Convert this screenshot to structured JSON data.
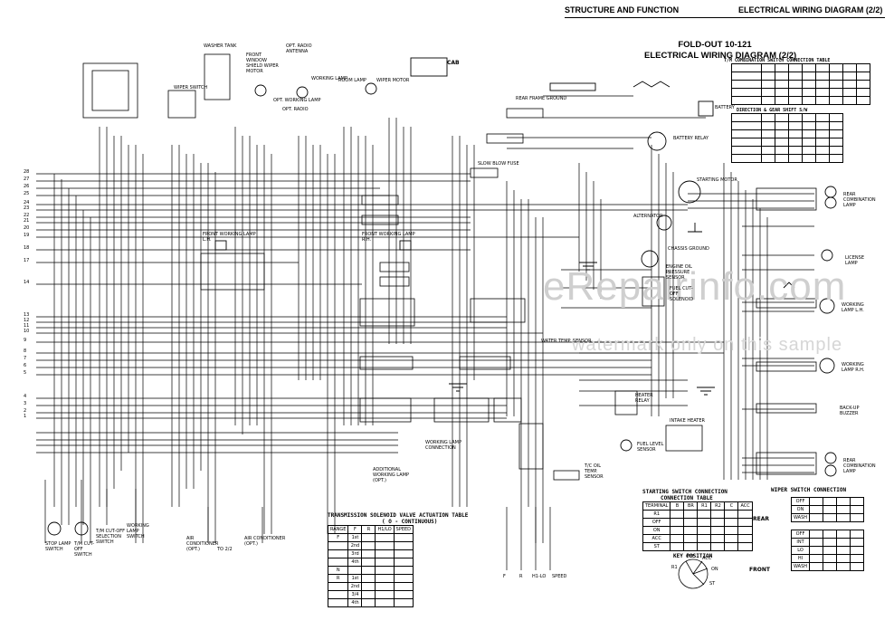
{
  "header": {
    "left": "STRUCTURE AND FUNCTION",
    "right": "ELECTRICAL WIRING DIAGRAM (2/2)"
  },
  "fold_out": {
    "line1": "FOLD-OUT 10-121",
    "line2": "ELECTRICAL WIRING DIAGRAM (2/2)"
  },
  "watermark": {
    "main": "eRepairinfo.com",
    "sub": "watermark only on this sample"
  },
  "labels": {
    "cab": "CAB",
    "washer_tank": "WASHER TANK",
    "wiper_switch": "WIPER SWITCH",
    "front_window_shield": "FRONT WINDOW SHIELD WIPER MOTOR",
    "radio_antenna": "OPT. RADIO ANTENNA",
    "working_lamp_front": "WORKING LAMP",
    "room_lamp": "ROOM LAMP",
    "wiper_motor_rear": "WIPER MOTOR",
    "opt_working_lamp": "OPT. WORKING LAMP",
    "radio": "OPT. RADIO",
    "rear_frame_ground": "REAR FRAME GROUND",
    "battery_relay": "BATTERY RELAY",
    "battery": "BATTERY",
    "starting_motor": "STARTING MOTOR",
    "slow_blow_fuse": "SLOW BLOW FUSE",
    "alternator": "ALTERNATOR",
    "chassis_ground": "CHASSIS GROUND",
    "engine_oil_pressure": "ENGINE OIL PRESSURE SENSOR",
    "fuel_cut_solenoid": "FUEL CUT-OFF SOLENOID",
    "front_working_lamp_l": "FRONT WORKING LAMP L.H.",
    "front_working_lamp_r": "FRONT WORKING LAMP R.H.",
    "rear_combination_lamp": "REAR COMBINATION LAMP",
    "license_lamp": "LICENSE LAMP",
    "working_lamp_lh": "WORKING LAMP L.H.",
    "working_lamp_rh": "WORKING LAMP R.H.",
    "back_up_buzzer": "BACK-UP BUZZER",
    "rear_combination_lamp2": "REAR COMBINATION LAMP",
    "heater_relay": "HEATER RELAY",
    "intake_heater": "INTAKE HEATER",
    "fuel_level_sensor": "FUEL LEVEL SENSOR",
    "tc_oil_temp": "T/C OIL TEMP. SENSOR",
    "water_temp_sensor": "WATER TEMP. SENSOR",
    "working_lamp_connection": "WORKING LAMP CONNECTION",
    "additional_working_lamp": "ADDITIONAL WORKING LAMP (OPT.)",
    "air_conditioner_1": "AIR CONDITIONER (OPT.)",
    "air_conditioner_2": "AIR CONDITIONER (OPT.)",
    "to_2_2": "TO 2/2",
    "stop_lamp_switch": "STOP LAMP SWITCH",
    "tm_cut_off": "T/M CUT-OFF SWITCH",
    "tm_cut_off_sel": "T/M CUT-OFF SELECTION SWITCH",
    "working_lamp_switch": "WORKING LAMP SWITCH",
    "trans_table_title": "TRANSMISSION SOLENOID VALVE ACTUATION TABLE",
    "trans_table_sub": "( O - CONTINUOUS)",
    "starting_switch_title": "STARTING SWITCH CONNECTION",
    "connection_table": "CONNECTION TABLE",
    "key_position": "KEY POSITION",
    "wiper_switch_conn": "WIPER SWITCH CONNECTION",
    "rear": "REAR",
    "front": "FRONT",
    "tm_combination_title": "T/M COMBINATION SWITCH CONNECTION TABLE",
    "direction_table_title": "DIRECTION & GEAR SHIFT S/W"
  },
  "wire_numbers_left": [
    "28",
    "27",
    "26",
    "25",
    "24",
    "23",
    "22",
    "21",
    "20",
    "19",
    "18",
    "17",
    "14",
    "13",
    "12",
    "11",
    "10",
    "9",
    "8",
    "7",
    "6",
    "5",
    "4",
    "3",
    "2",
    "1"
  ],
  "key_positions": [
    "OFF",
    "ACC",
    "ON",
    "ST",
    "R1"
  ],
  "trans_table": {
    "headers": [
      "RANGE",
      "F",
      "R",
      "H1/LO",
      "SPEED"
    ],
    "rows": [
      [
        "F",
        "1st"
      ],
      [
        "",
        "2nd"
      ],
      [
        "",
        "3rd"
      ],
      [
        "",
        "4th"
      ],
      [
        "N",
        ""
      ],
      [
        "R",
        "1st"
      ],
      [
        "",
        "2nd"
      ],
      [
        "",
        "3/4"
      ],
      [
        "",
        "4th"
      ]
    ]
  },
  "starting_switch_table": {
    "headers": [
      "TERMINAL",
      "B",
      "BR",
      "R1",
      "R2",
      "C",
      "ACC"
    ],
    "rows": [
      "R1",
      "OFF",
      "ON",
      "ACC",
      "ST"
    ]
  },
  "wiper_rear_rows": [
    "OFF",
    "ON",
    "WASH"
  ],
  "wiper_front_rows": [
    "OFF",
    "INT",
    "LO",
    "HI",
    "WASH"
  ],
  "solenoid_labels": [
    "F",
    "R",
    "H1-LO",
    "SPEED"
  ]
}
